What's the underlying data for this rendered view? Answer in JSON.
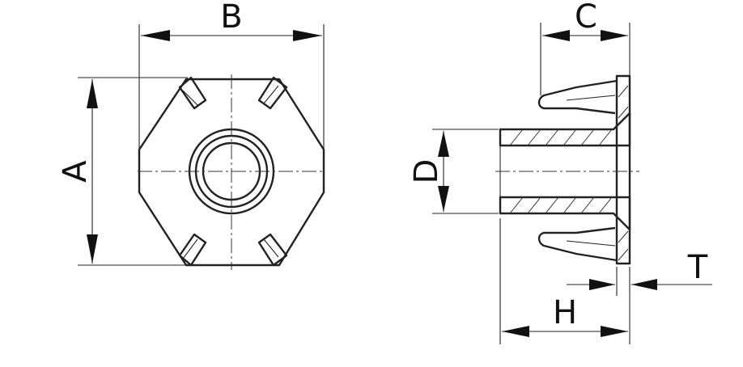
{
  "drawing": {
    "labels": {
      "A": "A",
      "B": "B",
      "C": "C",
      "D": "D",
      "H": "H",
      "T": "T"
    },
    "colors": {
      "line": "#222222",
      "background": "#ffffff"
    }
  }
}
